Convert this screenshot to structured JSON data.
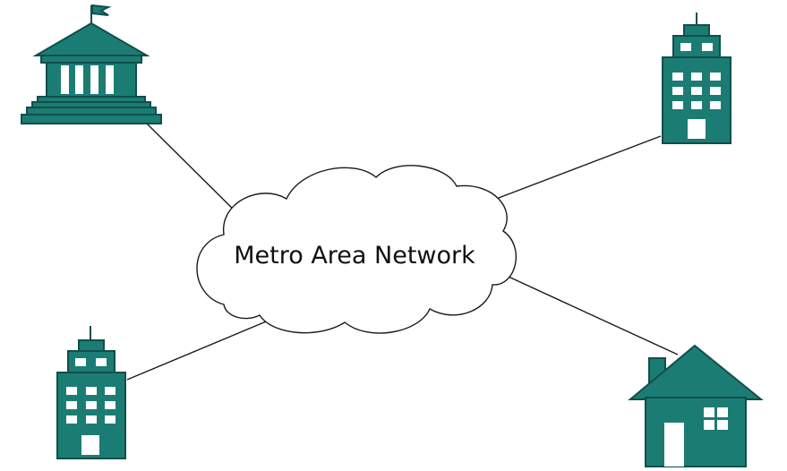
{
  "diagram": {
    "center_label": "Metro Area Network",
    "nodes": [
      {
        "id": "government-building",
        "icon": "government-building-icon"
      },
      {
        "id": "office-tower-top-right",
        "icon": "office-tower-icon"
      },
      {
        "id": "office-tower-bottom-left",
        "icon": "office-tower-icon"
      },
      {
        "id": "house-bottom-right",
        "icon": "house-icon"
      }
    ],
    "colors": {
      "building_fill": "#1b7c74",
      "building_outline": "#0f4f4a",
      "line": "#1a1a1a",
      "background": "#ffffff"
    }
  }
}
